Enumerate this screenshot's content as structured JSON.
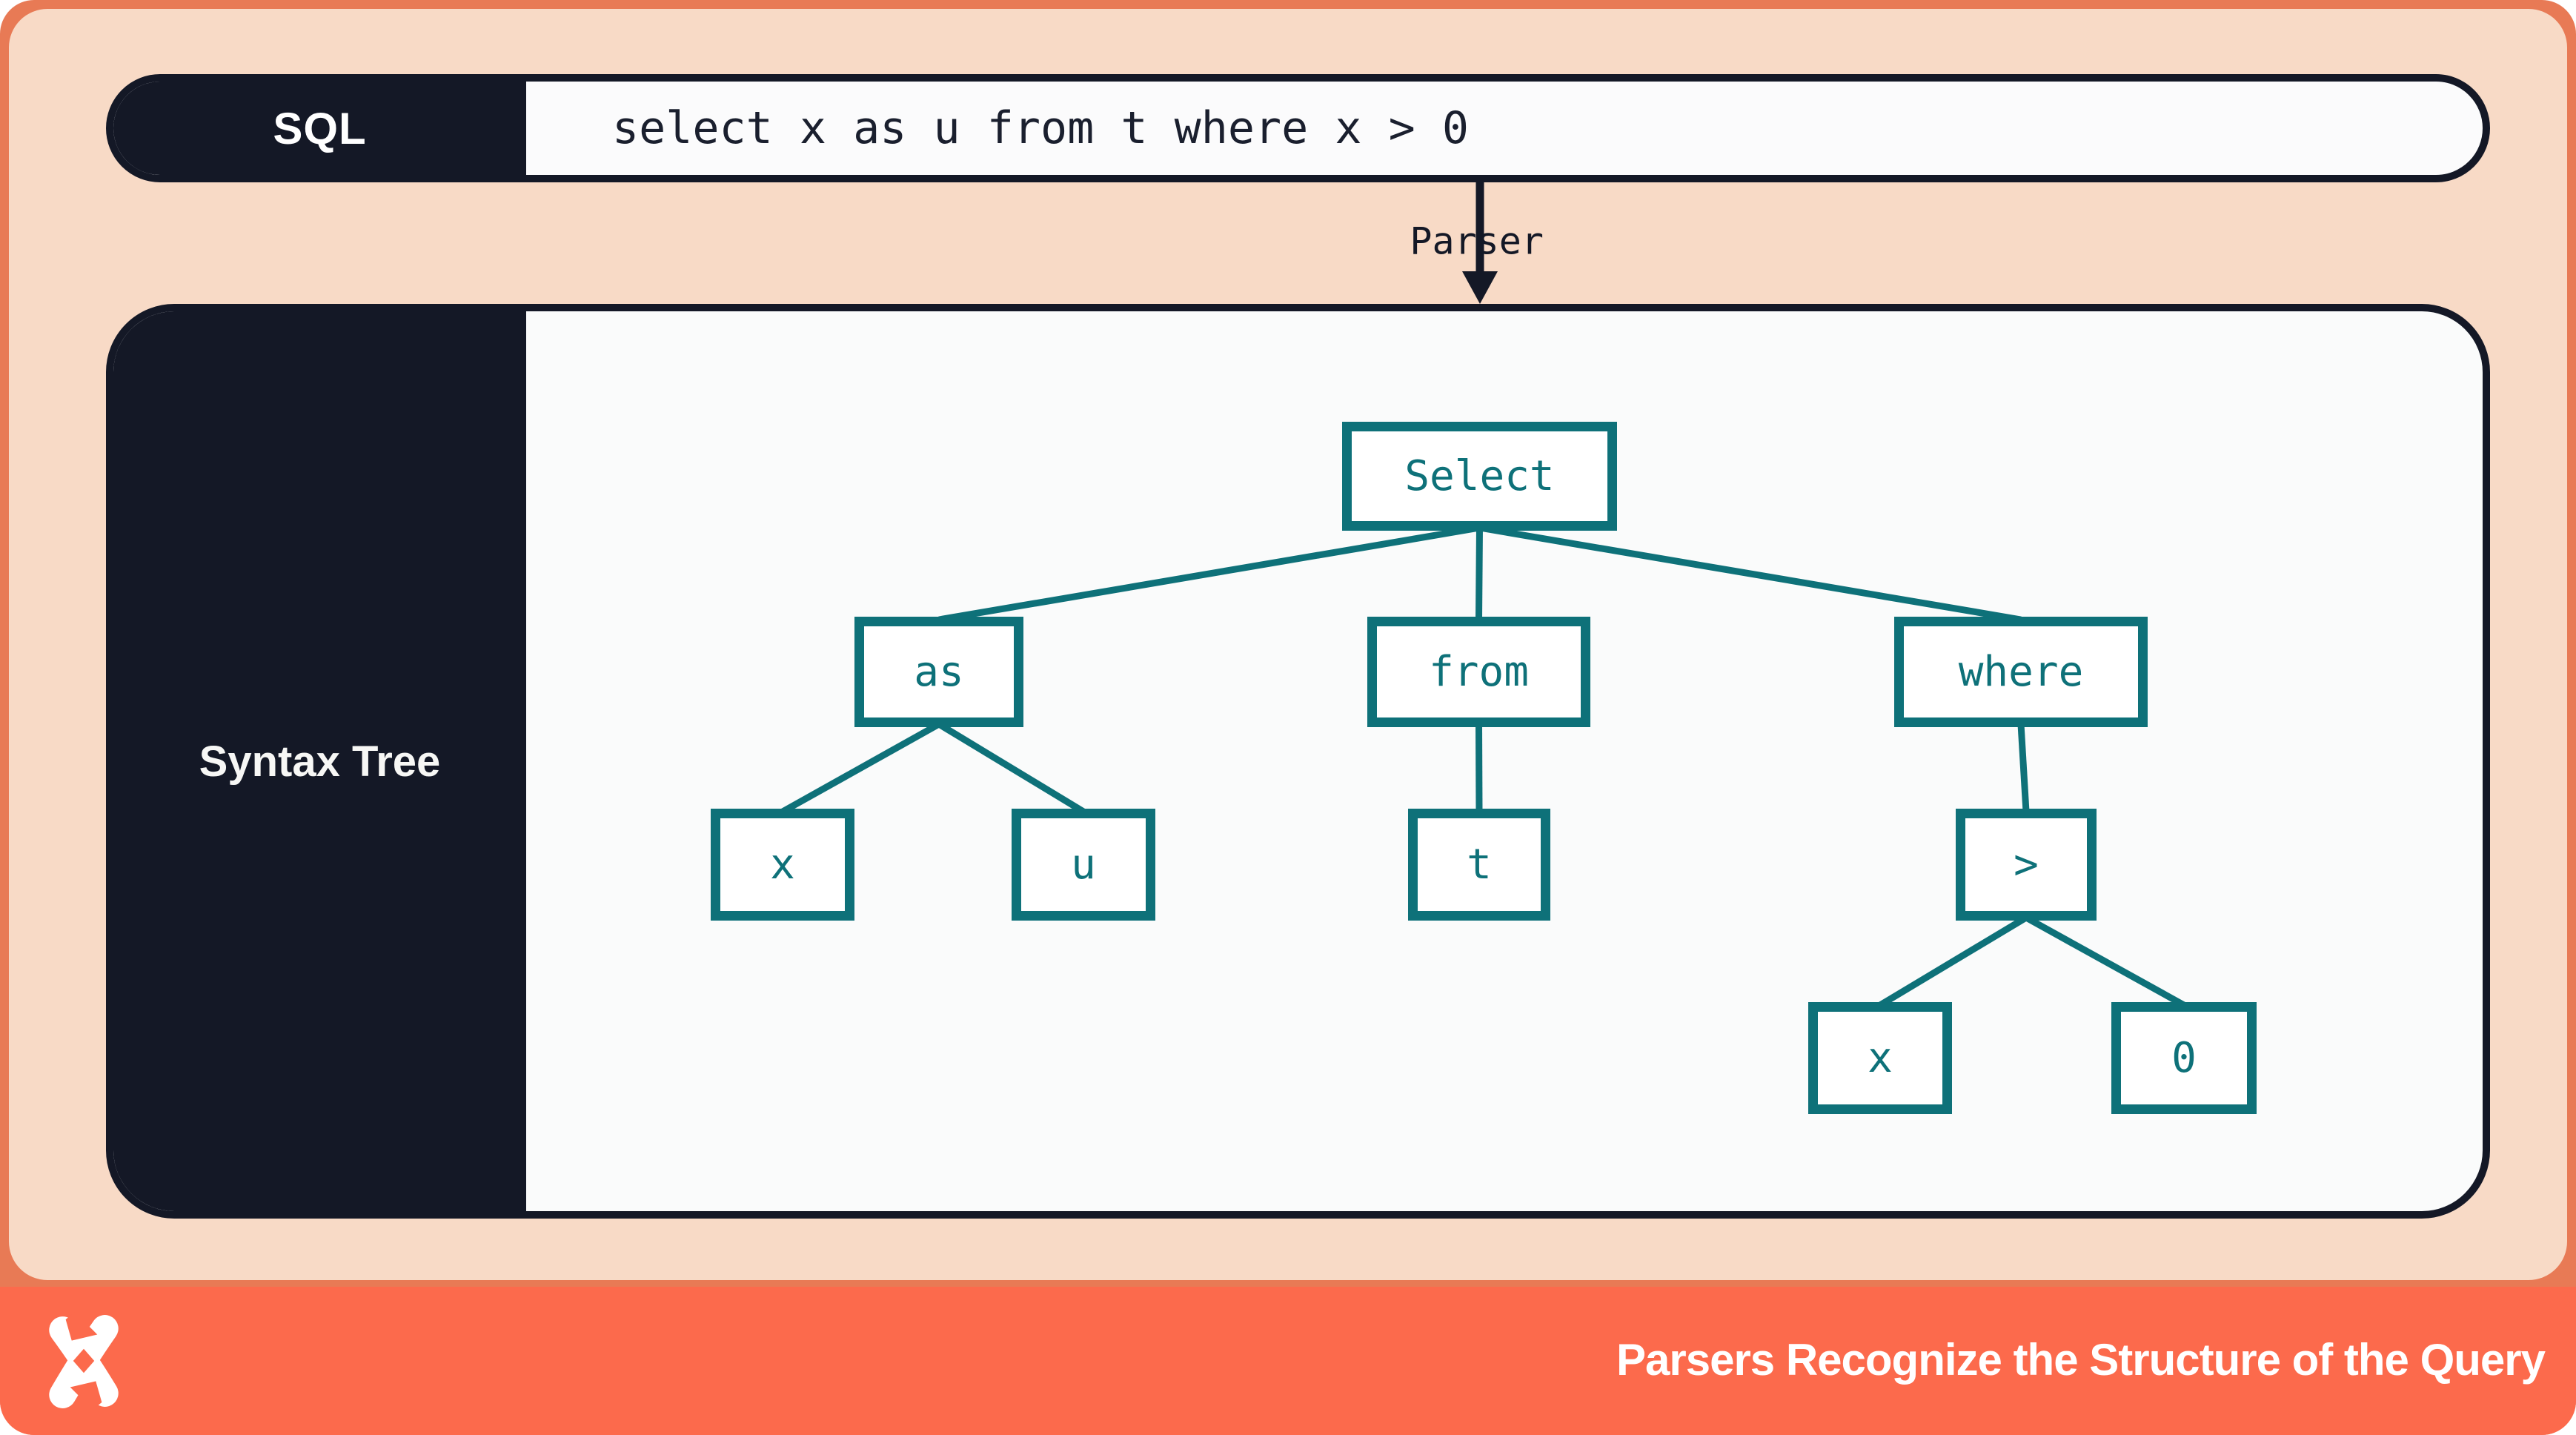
{
  "sql_bar": {
    "label": "SQL",
    "query": "select x as u from t where x > 0"
  },
  "parser_arrow": {
    "label": "Parser"
  },
  "syntax_tree_panel": {
    "label": "Syntax Tree"
  },
  "tree": {
    "nodes": [
      {
        "id": "select",
        "label": "Select"
      },
      {
        "id": "as",
        "label": "as"
      },
      {
        "id": "from",
        "label": "from"
      },
      {
        "id": "where",
        "label": "where"
      },
      {
        "id": "x1",
        "label": "x"
      },
      {
        "id": "u",
        "label": "u"
      },
      {
        "id": "t",
        "label": "t"
      },
      {
        "id": "gt",
        "label": ">"
      },
      {
        "id": "x2",
        "label": "x"
      },
      {
        "id": "zero",
        "label": "0"
      }
    ],
    "edges": [
      [
        "select",
        "as"
      ],
      [
        "select",
        "from"
      ],
      [
        "select",
        "where"
      ],
      [
        "as",
        "x1"
      ],
      [
        "as",
        "u"
      ],
      [
        "from",
        "t"
      ],
      [
        "where",
        "gt"
      ],
      [
        "gt",
        "x2"
      ],
      [
        "gt",
        "zero"
      ]
    ]
  },
  "footer": {
    "title": "Parsers Recognize the Structure of the Query",
    "logo": "dolt-logo"
  },
  "colors": {
    "frame_orange": "#e87a55",
    "footer_coral": "#fc6a4c",
    "peach": "#f8dac6",
    "navy": "#141826",
    "teal": "#0e7179",
    "panel_background": "#fafbfb",
    "node_background": "#ffffff",
    "text_white": "#ffffff"
  }
}
